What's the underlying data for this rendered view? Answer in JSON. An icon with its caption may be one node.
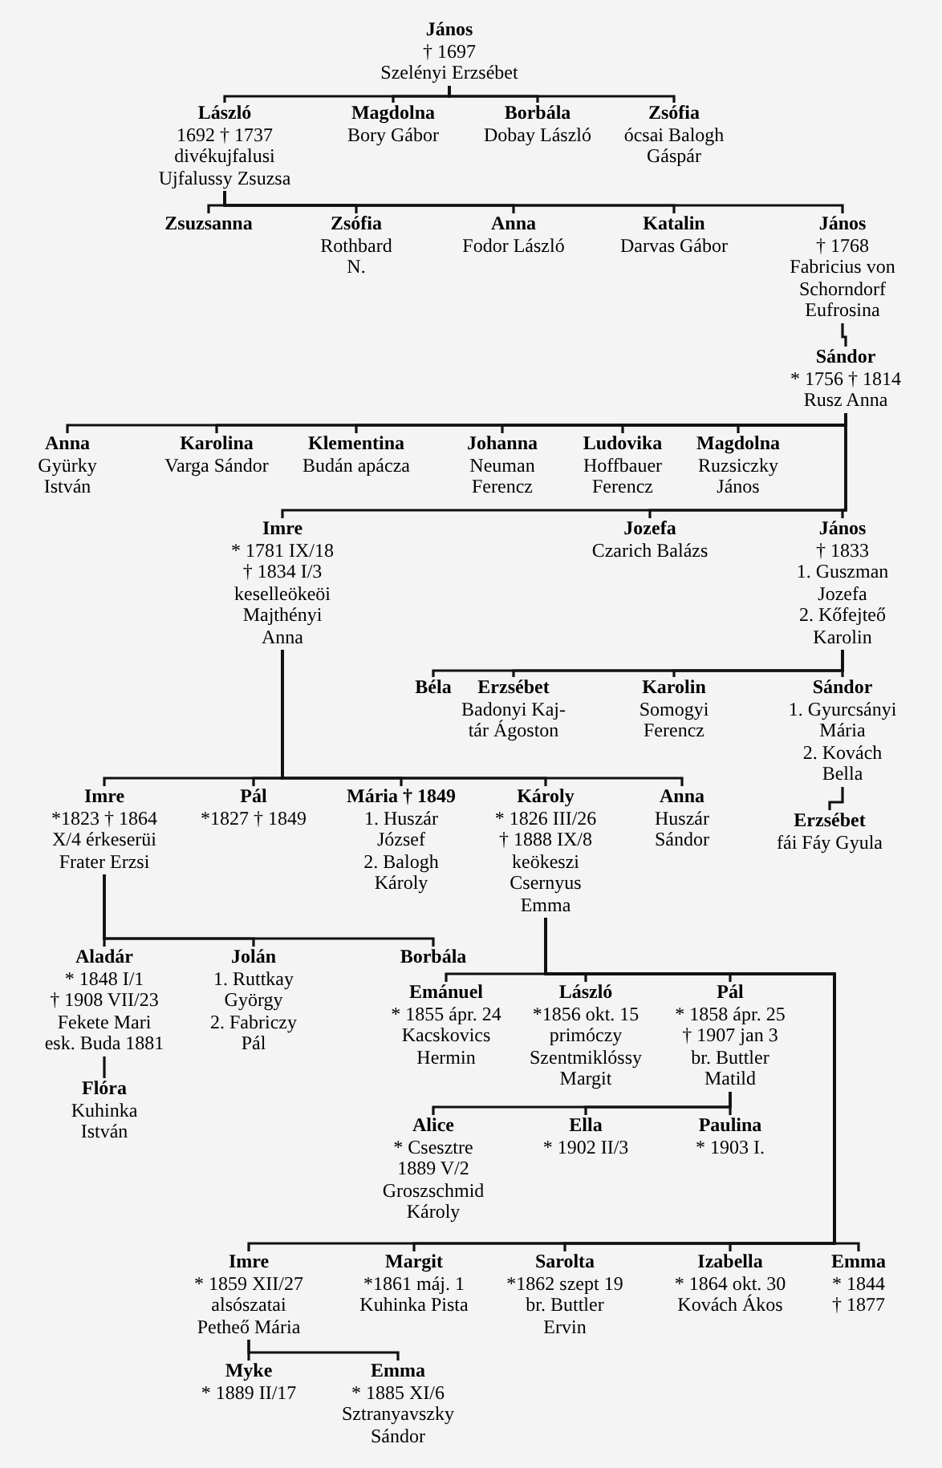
{
  "diagram": {
    "nodes": [
      {
        "text": [
          "János",
          "† 1697",
          "Szelényi Erzsébet"
        ]
      },
      {
        "text": [
          "László",
          "1692 † 1737",
          "divékujfalusi",
          "Ujfalussy Zsuzsa"
        ]
      },
      {
        "text": [
          "Magdolna",
          "Bory Gábor"
        ]
      },
      {
        "text": [
          "Borbála",
          "Dobay László"
        ]
      },
      {
        "text": [
          "Zsófia",
          "ócsai Balogh",
          "Gáspár"
        ]
      },
      {
        "text": [
          "Zsuzsanna"
        ]
      },
      {
        "text": [
          "Zsófia",
          "Rothbard",
          "N."
        ]
      },
      {
        "text": [
          "Anna",
          "Fodor László"
        ]
      },
      {
        "text": [
          "Katalin",
          "Darvas Gábor"
        ]
      },
      {
        "text": [
          "János",
          "† 1768",
          "Fabricius von",
          "Schorndorf",
          "Eufrosina"
        ]
      },
      {
        "text": [
          "Sándor",
          "* 1756 † 1814",
          "Rusz Anna"
        ]
      },
      {
        "text": [
          "Anna",
          "Gyürky",
          "István"
        ]
      },
      {
        "text": [
          "Karolina",
          "Varga Sándor"
        ]
      },
      {
        "text": [
          "Klementina",
          "Budán apácza"
        ]
      },
      {
        "text": [
          "Johanna",
          "Neuman",
          "Ferencz"
        ]
      },
      {
        "text": [
          "Ludovika",
          "Hoffbauer",
          "Ferencz"
        ]
      },
      {
        "text": [
          "Magdolna",
          "Ruzsiczky",
          "János"
        ]
      },
      {
        "text": [
          "Imre",
          "* 1781 IX/18",
          "† 1834 I/3",
          "keselleökeöi",
          "Majthényi",
          "Anna"
        ]
      },
      {
        "text": [
          "Jozefa",
          "Czarich Balázs"
        ]
      },
      {
        "text": [
          "János",
          "† 1833",
          "1. Guszman",
          "Jozefa",
          "2. Kőfejteő",
          "Karolin"
        ]
      },
      {
        "text": [
          "Béla"
        ]
      },
      {
        "text": [
          "Erzsébet",
          "Badonyi Kaj-",
          "tár Ágoston"
        ]
      },
      {
        "text": [
          "Karolin",
          "Somogyi",
          "Ferencz"
        ]
      },
      {
        "text": [
          "Sándor",
          "1. Gyurcsányi",
          "Mária",
          "2. Kovách",
          "Bella"
        ]
      },
      {
        "text": [
          "Erzsébet",
          "fái Fáy Gyula"
        ]
      },
      {
        "text": [
          "Imre",
          "*1823 † 1864",
          "X/4 érkeserüi",
          "Frater Erzsi"
        ]
      },
      {
        "text": [
          "Pál",
          "*1827 † 1849"
        ]
      },
      {
        "text": [
          "Mária † 1849",
          "1. Huszár",
          "József",
          "2. Balogh",
          "Károly"
        ]
      },
      {
        "text": [
          "Károly",
          "* 1826 III/26",
          "† 1888 IX/8",
          "keökeszi",
          "Csernyus",
          "Emma"
        ]
      },
      {
        "text": [
          "Anna",
          "Huszár",
          "Sándor"
        ]
      },
      {
        "text": [
          "Aladár",
          "* 1848 I/1",
          "† 1908 VII/23",
          "Fekete Mari",
          "esk. Buda 1881"
        ]
      },
      {
        "text": [
          "Jolán",
          "1. Ruttkay",
          "György",
          "2. Fabriczy",
          "Pál"
        ]
      },
      {
        "text": [
          "Borbála"
        ]
      },
      {
        "text": [
          "Flóra",
          "Kuhinka",
          "István"
        ]
      },
      {
        "text": [
          "Emánuel",
          "* 1855 ápr. 24",
          "Kacskovics",
          "Hermin"
        ]
      },
      {
        "text": [
          "László",
          "*1856 okt. 15",
          "primóczy",
          "Szentmiklóssy",
          "Margit"
        ]
      },
      {
        "text": [
          "Pál",
          "* 1858 ápr. 25",
          "† 1907 jan 3",
          "br. Buttler",
          "Matild"
        ]
      },
      {
        "text": [
          "Alice",
          "* Csesztre",
          "1889 V/2",
          "Groszschmid",
          "Károly"
        ]
      },
      {
        "text": [
          "Ella",
          "* 1902 II/3"
        ]
      },
      {
        "text": [
          "Paulina",
          "* 1903 I."
        ]
      },
      {
        "text": [
          "Imre",
          "* 1859 XII/27",
          "alsószatai",
          "Petheő Mária"
        ]
      },
      {
        "text": [
          "Margit",
          "*1861 máj. 1",
          "Kuhinka Pista"
        ]
      },
      {
        "text": [
          "Sarolta",
          "*1862 szept 19",
          "br. Buttler",
          "Ervin"
        ]
      },
      {
        "text": [
          "Izabella",
          "* 1864 okt. 30",
          "Kovách Ákos"
        ]
      },
      {
        "text": [
          "Emma",
          "* 1844",
          "† 1877"
        ]
      },
      {
        "text": [
          "Myke",
          "* 1889 II/17"
        ]
      },
      {
        "text": [
          "Emma",
          "* 1885 XI/6",
          "Sztranyavszky",
          "Sándor"
        ]
      }
    ],
    "edges": [
      {
        "from": 0,
        "to": 1,
        "arrow": "none"
      },
      {
        "from": 0,
        "to": 2,
        "arrow": "none"
      },
      {
        "from": 0,
        "to": 3,
        "arrow": "none"
      },
      {
        "from": 0,
        "to": 4,
        "arrow": "none"
      },
      {
        "from": 1,
        "to": 5,
        "arrow": "none"
      },
      {
        "from": 1,
        "to": 6,
        "arrow": "none"
      },
      {
        "from": 1,
        "to": 7,
        "arrow": "none"
      },
      {
        "from": 1,
        "to": 8,
        "arrow": "none"
      },
      {
        "from": 1,
        "to": 9,
        "arrow": "none"
      },
      {
        "from": 9,
        "to": 10,
        "arrow": "none"
      },
      {
        "from": 10,
        "to": 11,
        "arrow": "none"
      },
      {
        "from": 10,
        "to": 12,
        "arrow": "none"
      },
      {
        "from": 10,
        "to": 13,
        "arrow": "none"
      },
      {
        "from": 10,
        "to": 14,
        "arrow": "none"
      },
      {
        "from": 10,
        "to": 15,
        "arrow": "none"
      },
      {
        "from": 10,
        "to": 16,
        "arrow": "none"
      },
      {
        "from": 10,
        "to": 17,
        "arrow": "none"
      },
      {
        "from": 10,
        "to": 18,
        "arrow": "none"
      },
      {
        "from": 10,
        "to": 19,
        "arrow": "none"
      },
      {
        "from": 19,
        "to": 20,
        "arrow": "none"
      },
      {
        "from": 19,
        "to": 21,
        "arrow": "none"
      },
      {
        "from": 19,
        "to": 22,
        "arrow": "none"
      },
      {
        "from": 19,
        "to": 23,
        "arrow": "none"
      },
      {
        "from": 23,
        "to": 24,
        "arrow": "none"
      },
      {
        "from": 17,
        "to": 25,
        "arrow": "none"
      },
      {
        "from": 17,
        "to": 26,
        "arrow": "none"
      },
      {
        "from": 17,
        "to": 27,
        "arrow": "none"
      },
      {
        "from": 17,
        "to": 28,
        "arrow": "none"
      },
      {
        "from": 17,
        "to": 29,
        "arrow": "none"
      },
      {
        "from": 25,
        "to": 30,
        "arrow": "none"
      },
      {
        "from": 25,
        "to": 31,
        "arrow": "none"
      },
      {
        "from": 25,
        "to": 32,
        "arrow": "none"
      },
      {
        "from": 30,
        "to": 33,
        "arrow": "none"
      },
      {
        "from": 28,
        "to": 34,
        "arrow": "none"
      },
      {
        "from": 28,
        "to": 35,
        "arrow": "none"
      },
      {
        "from": 28,
        "to": 36,
        "arrow": "none"
      },
      {
        "from": 36,
        "to": 37,
        "arrow": "none"
      },
      {
        "from": 36,
        "to": 38,
        "arrow": "none"
      },
      {
        "from": 36,
        "to": 39,
        "arrow": "none"
      },
      {
        "from": 28,
        "to": 40,
        "arrow": "none"
      },
      {
        "from": 28,
        "to": 41,
        "arrow": "none"
      },
      {
        "from": 28,
        "to": 42,
        "arrow": "none"
      },
      {
        "from": 28,
        "to": 43,
        "arrow": "none"
      },
      {
        "from": 28,
        "to": 44,
        "arrow": "none"
      },
      {
        "from": 40,
        "to": 45,
        "arrow": "none"
      },
      {
        "from": 40,
        "to": 46,
        "arrow": "none"
      }
    ]
  }
}
